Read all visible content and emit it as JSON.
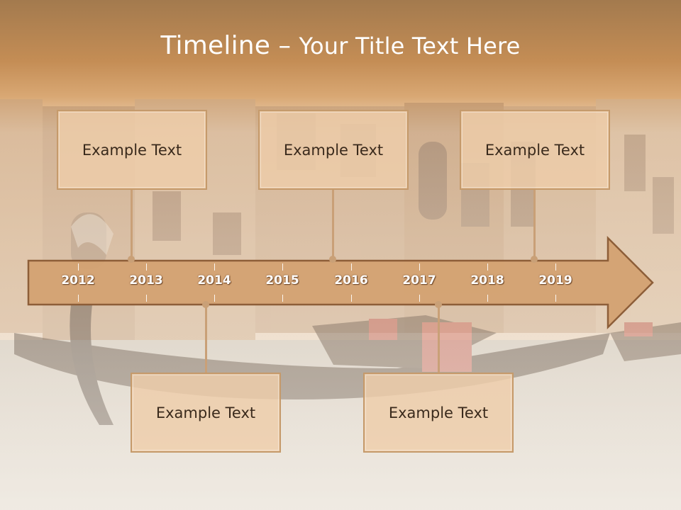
{
  "title": {
    "main": "Timeline",
    "separator": " – ",
    "subtitle": "Your Title Text Here"
  },
  "timeline": {
    "years": [
      "2012",
      "2013",
      "2014",
      "2015",
      "2016",
      "2017",
      "2018",
      "2019"
    ]
  },
  "boxes": {
    "top": [
      "Example Text",
      "Example Text",
      "Example Text"
    ],
    "bottom": [
      "Example Text",
      "Example Text"
    ]
  },
  "colors": {
    "accent": "#d4a373",
    "arrow_border": "#8a5a34",
    "box_fill": "#eecdaa",
    "title_band": "#c48a4e"
  }
}
